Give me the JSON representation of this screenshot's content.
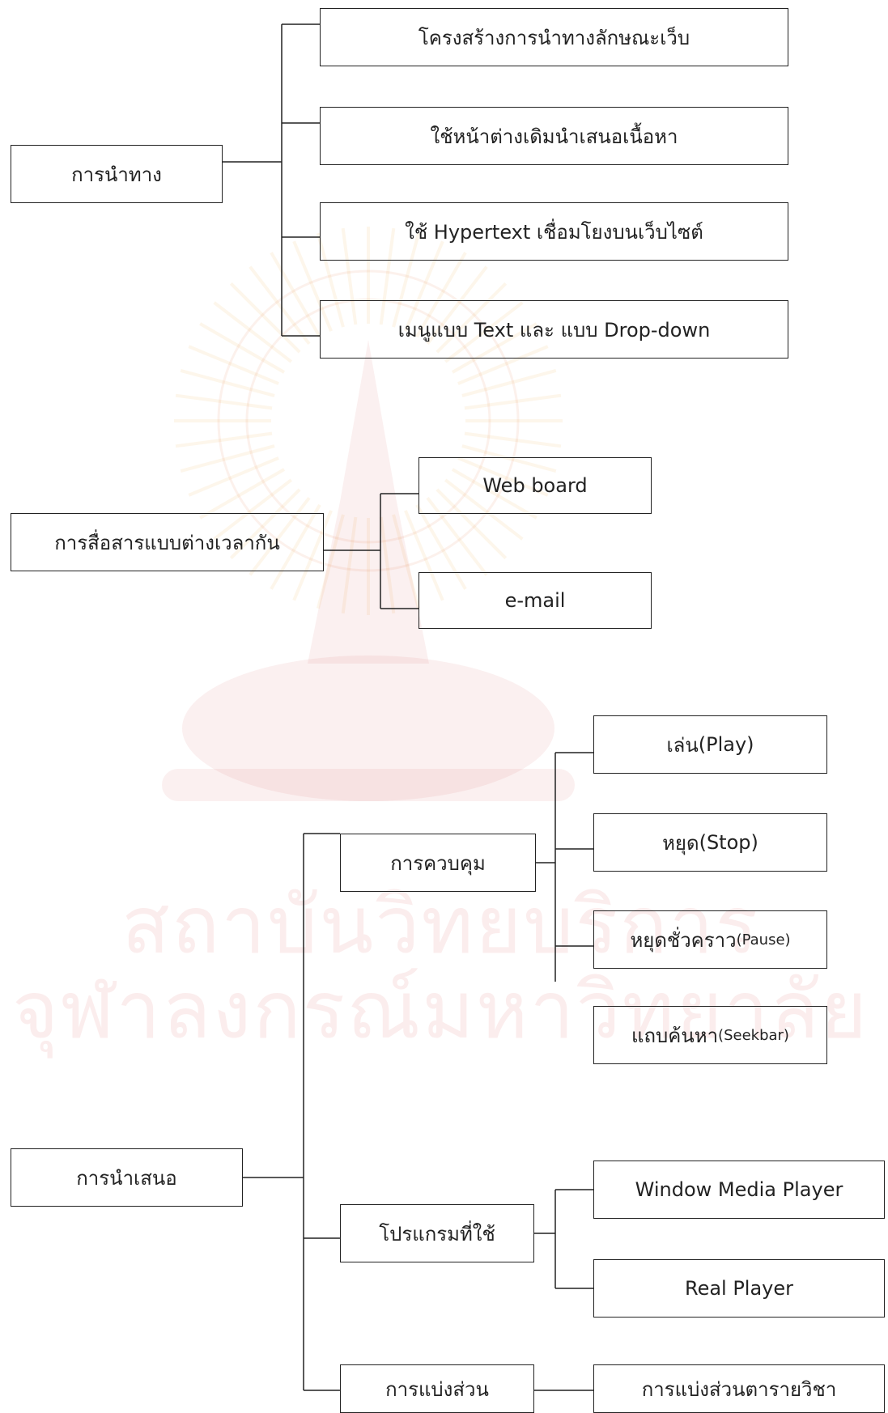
{
  "watermark": {
    "line1": "สถาบันวิทยบริการ",
    "line2": "จุฬาลงกรณ์มหาวิทยาลัย"
  },
  "nodes": {
    "navigation": {
      "label": "การนำทาง",
      "children": {
        "web_structure": "โครงสร้างการนำทางลักษณะเว็บ",
        "same_window": "ใช้หน้าต่างเดิมนำเสนอเนื้อหา",
        "hypertext": "ใช้ Hypertext  เชื่อมโยงบนเว็บไซต์",
        "menu": "เมนูแบบ Text  และ แบบ Drop-down"
      }
    },
    "async_comm": {
      "label": "การสื่อสารแบบต่างเวลากัน",
      "children": {
        "webboard": "Web board",
        "email": "e-mail"
      }
    },
    "presentation": {
      "label": "การนำเสนอ",
      "control": {
        "label": "การควบคุม",
        "play_prefix": "เล่น",
        "play_suffix": " (Play)",
        "stop_prefix": "หยุด",
        "stop_suffix": " (Stop)",
        "pause_prefix": "หยุดชั่วคราว",
        "pause_suffix": " (Pause)",
        "seek_prefix": "แถบค้นหา",
        "seek_suffix": " (Seekbar)"
      },
      "programs": {
        "label": "โปรแกรมที่ใช้",
        "wmp": "Window Media Player",
        "real": "Real Player"
      },
      "segmentation": {
        "label": "การแบ่งส่วน",
        "by_subject": "การแบ่งส่วนตารายวิชา"
      }
    }
  }
}
